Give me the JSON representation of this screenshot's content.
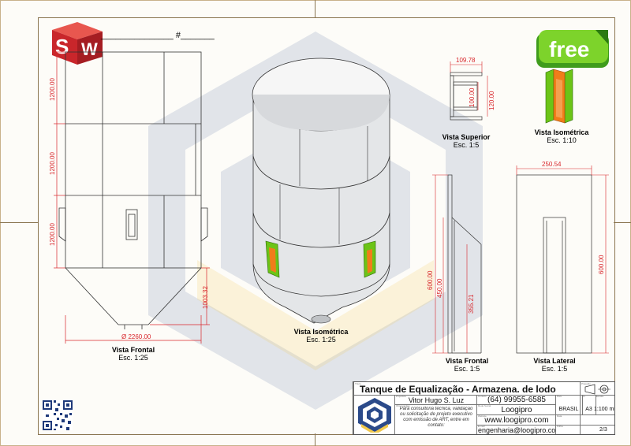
{
  "sheet": {
    "header_line": "_______________ #_______",
    "badges": {
      "sw": "SW",
      "free": "free"
    },
    "colors": {
      "dim_red": "#d8262b",
      "accent_orange": "#f07d1a",
      "accent_green": "#6cc417",
      "watermark_blue": "#2b4a8a",
      "watermark_yellow": "#f2c94c"
    }
  },
  "views": {
    "frontal_main": {
      "title": "Vista Frontal",
      "scale": "Esc. 1:25",
      "dims": {
        "h1": "1200.00",
        "h2": "1200.00",
        "h3": "1200.00",
        "cone": "1003.32",
        "diameter": "Ø 2260.00"
      }
    },
    "isometric_main": {
      "title": "Vista Isométrica",
      "scale": "Esc. 1:25"
    },
    "superior": {
      "title": "Vista Superior",
      "scale": "Esc. 1:5",
      "dims": {
        "w": "109.78",
        "d1": "100.00",
        "d2": "120.00"
      }
    },
    "isometric_small": {
      "title": "Vista Isométrica",
      "scale": "Esc. 1:10"
    },
    "frontal_small": {
      "title": "Vista Frontal",
      "scale": "Esc. 1:5",
      "dims": {
        "h1": "600.00",
        "h2": "450.00",
        "h3": "355.21"
      }
    },
    "lateral": {
      "title": "Vista Lateral",
      "scale": "Esc. 1:5",
      "dims": {
        "w": "250.54",
        "h": "600.00"
      }
    }
  },
  "title_block": {
    "title": "Tanque de Equalização - Armazena. de lodo",
    "author": "Vitor Hugo S. Luz",
    "phone": "(64) 99955-6585",
    "company": "Loogipro",
    "website": "www.loogipro.com",
    "email": "engenharia@loogipro.com",
    "note": "Para consultoria técnica, validação ou solicitação de projeto executivo com emissão de ART, entre em contato:",
    "country": "BRASIL",
    "format": "A3",
    "scale": "1:100",
    "unit": "mm",
    "sheet": "2/3",
    "field_labels": {
      "title": "Título",
      "author": "Projetista",
      "phone": "Contato",
      "company": "Rede Social",
      "note": "Observações",
      "website": "Website",
      "email": "E-mail",
      "country": "País",
      "format": "Fl.",
      "scale": "Escala",
      "unit": "Unid.",
      "sheet": "Folha",
      "date": "Data",
      "project": "Projeção"
    }
  }
}
